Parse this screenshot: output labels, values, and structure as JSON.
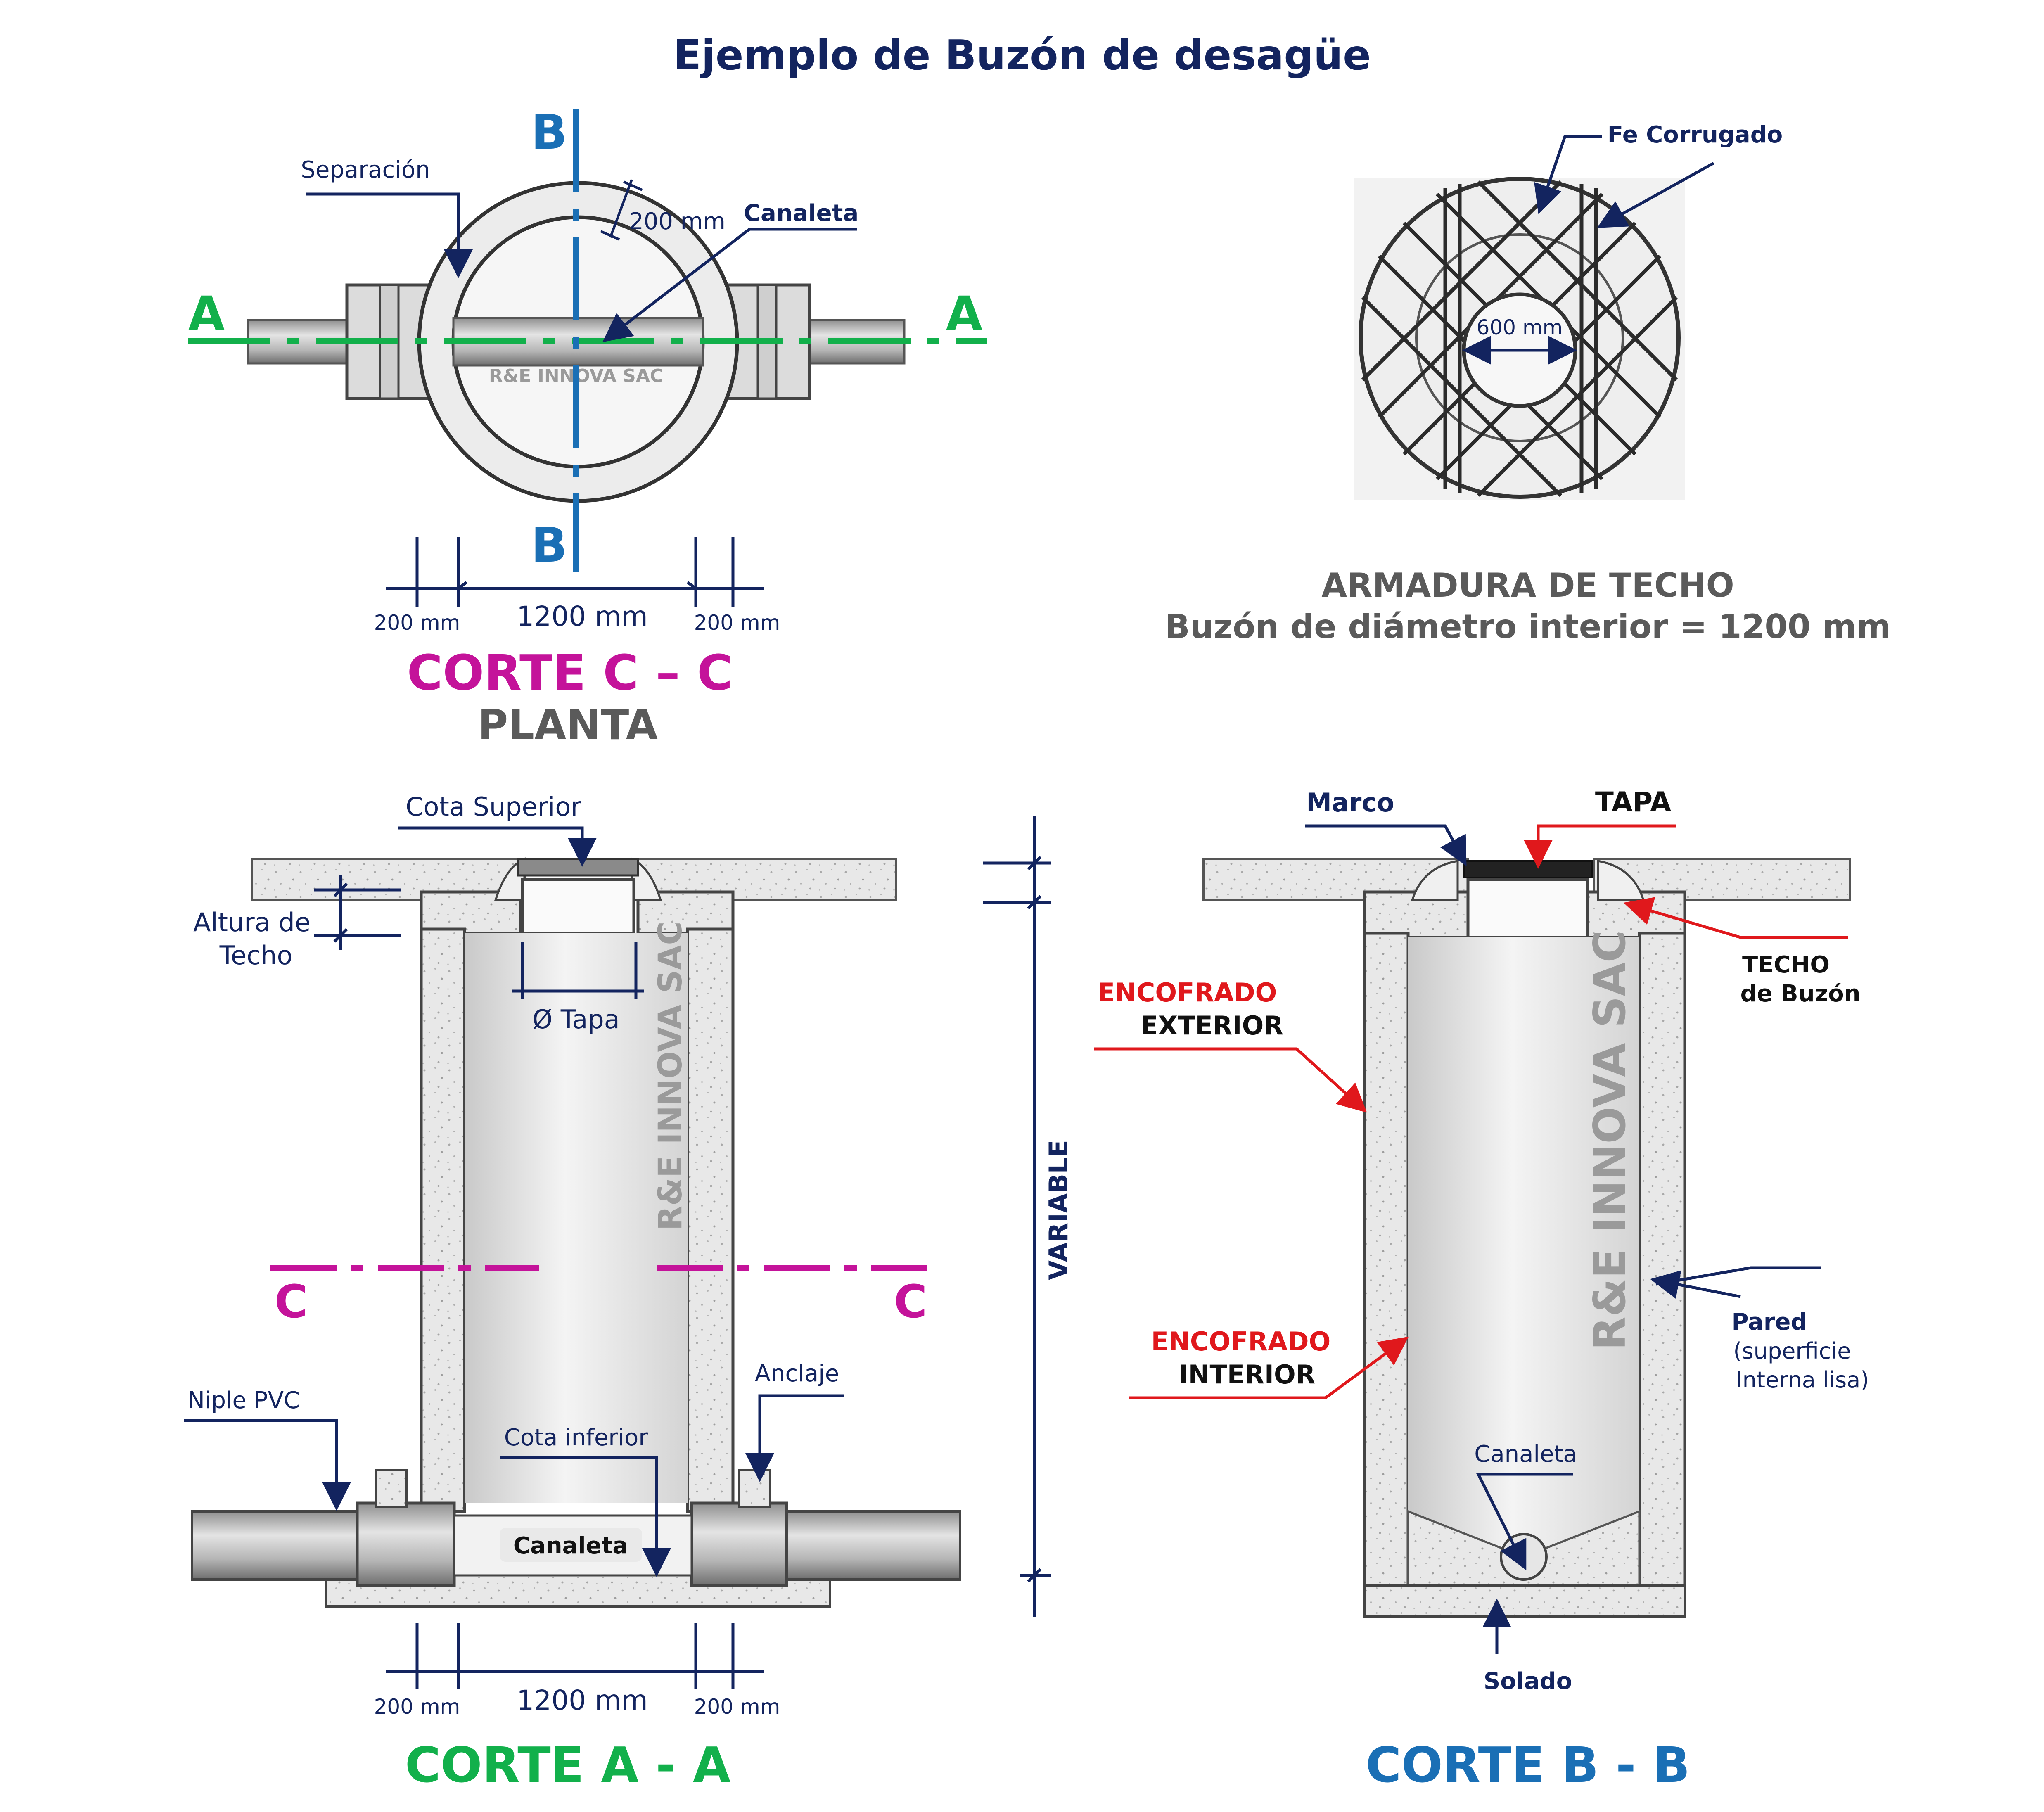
{
  "title": "Ejemplo de Buzón de desagüe",
  "colors": {
    "navy": "#13245f",
    "magenta": "#c4139a",
    "green": "#12b04b",
    "blue": "#1a6fb5",
    "red": "#e0181c",
    "gray": "#5a5a5a",
    "concrete": "#e6e6e6",
    "pipe": "#bdbdbd"
  },
  "plan": {
    "label_sep": "Separación",
    "label_canaleta": "Canaleta",
    "dim_wall": "200 mm",
    "watermark": "R&E INNOVA SAC",
    "mark_a": "A",
    "mark_b": "B",
    "dim_left": "200 mm",
    "dim_center": "1200 mm",
    "dim_right": "200 mm",
    "caption": "CORTE C – C",
    "subcaption": "PLANTA"
  },
  "roof": {
    "label_fe": "Fe Corrugado",
    "dim_open": "600 mm",
    "caption_1": "ARMADURA DE TECHO",
    "caption_2": "Buzón de diámetro interior = 1200 mm"
  },
  "section_a": {
    "cota_sup": "Cota Superior",
    "altura_1": "Altura de",
    "altura_2": "Techo",
    "tapa": "Ø Tapa",
    "watermark": "R&E INNOVA SAC",
    "variable": "VARIABLE",
    "mark_c": "C",
    "niple": "Niple PVC",
    "anclaje": "Anclaje",
    "cota_inf": "Cota inferior",
    "canaleta": "Canaleta",
    "dim_left": "200 mm",
    "dim_center": "1200 mm",
    "dim_right": "200 mm",
    "caption": "CORTE A - A"
  },
  "section_b": {
    "marco": "Marco",
    "tapa": "TAPA",
    "techo_1": "TECHO",
    "techo_2": "de Buzón",
    "enc_ext_1": "ENCOFRADO",
    "enc_ext_2": "EXTERIOR",
    "enc_int_1": "ENCOFRADO",
    "enc_int_2": "INTERIOR",
    "watermark": "R&E INNOVA SAC",
    "pared_1": "Pared",
    "pared_2": "(superficie",
    "pared_3": "Interna lisa)",
    "canaleta": "Canaleta",
    "solado": "Solado",
    "caption": "CORTE B - B"
  }
}
